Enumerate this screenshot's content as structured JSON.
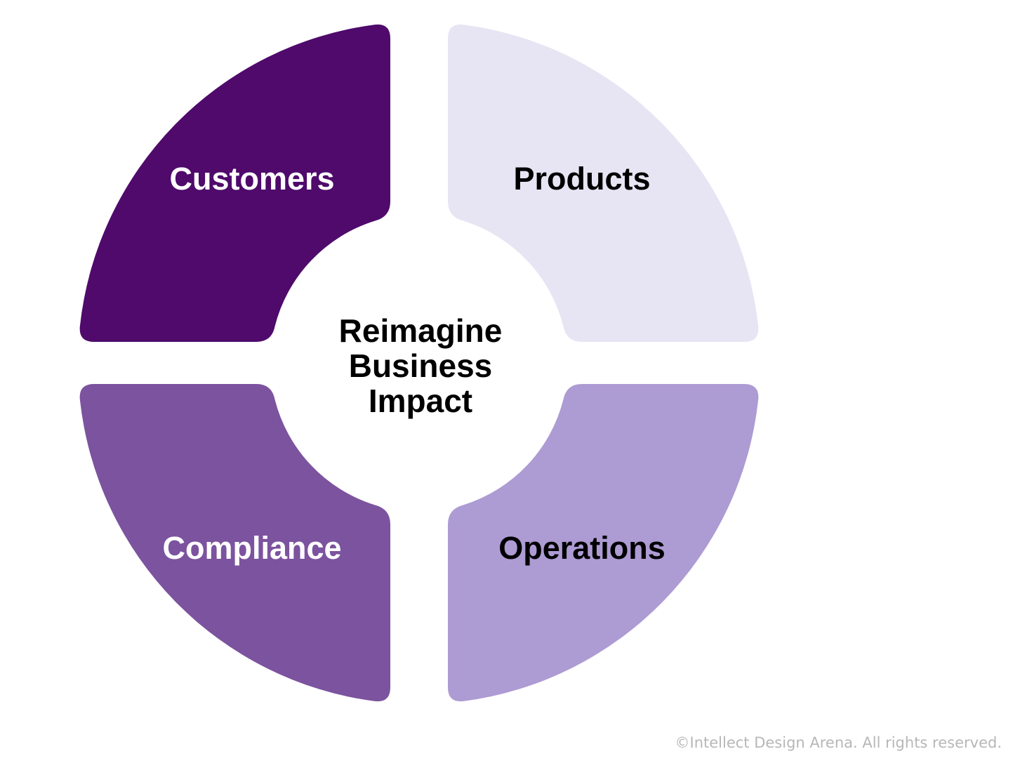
{
  "diagram": {
    "center_lines": [
      "Reimagine",
      "Business",
      "Impact"
    ],
    "quadrants": [
      {
        "position": "top-left",
        "label": "Customers",
        "fill": "#4f0a6b",
        "text_color": "#ffffff"
      },
      {
        "position": "top-right",
        "label": "Products",
        "fill": "#e7e5f3",
        "text_color": "#000000"
      },
      {
        "position": "bottom-left",
        "label": "Compliance",
        "fill": "#7c539f",
        "text_color": "#ffffff"
      },
      {
        "position": "bottom-right",
        "label": "Operations",
        "fill": "#ad9bd3",
        "text_color": "#000000"
      }
    ]
  },
  "footer": {
    "copyright": "©Intellect Design Arena. All rights reserved."
  }
}
